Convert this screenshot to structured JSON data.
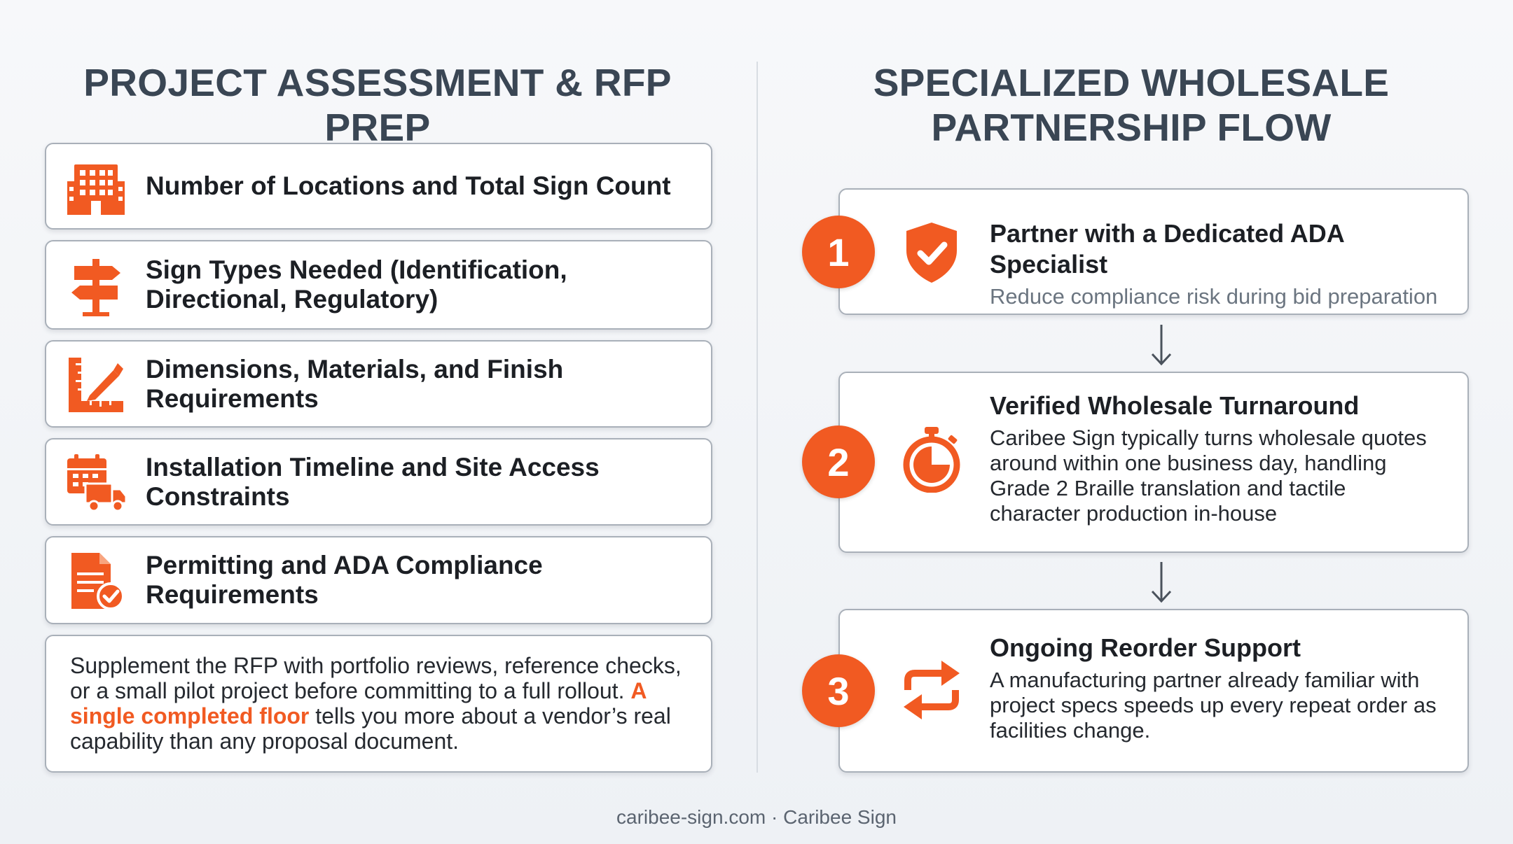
{
  "left_panel": {
    "heading": "PROJECT ASSESSMENT & RFP PREP",
    "requirements": [
      {
        "icon": "building-icon",
        "label": "Number of Locations and Total Sign Count"
      },
      {
        "icon": "signpost-icon",
        "label": "Sign Types Needed (Identification, Directional, Regulatory)"
      },
      {
        "icon": "ruler-icon",
        "label": "Dimensions, Materials, and Finish Requirements"
      },
      {
        "icon": "calendar-truck-icon",
        "label": "Installation Timeline and Site Access Constraints"
      },
      {
        "icon": "document-check-icon",
        "label": "Permitting and ADA Compliance Requirements"
      }
    ],
    "note": {
      "before": "Supplement the RFP with portfolio reviews, reference checks, or a small pilot project before committing to a full rollout. ",
      "highlight": "A single completed floor",
      "after": " tells you more about a vendor’s real capability than any proposal document."
    }
  },
  "right_panel": {
    "heading": "SPECIALIZED WHOLESALE PARTNERSHIP FLOW",
    "steps": [
      {
        "number": "1",
        "icon": "shield-check-icon",
        "title": "Partner with a Dedicated ADA Specialist",
        "description": "Reduce compliance risk during bid preparation"
      },
      {
        "number": "2",
        "icon": "stopwatch-icon",
        "title": "Verified Wholesale Turnaround",
        "description": "Caribee Sign typically turns wholesale quotes around within one business day, handling Grade 2 Braille translation and tactile character production in-house"
      },
      {
        "number": "3",
        "icon": "refresh-arrows-icon",
        "title": "Ongoing Reorder Support",
        "description": "A manufacturing partner already familiar with project specs speeds up every repeat order as facilities change."
      }
    ]
  },
  "footer": "caribee-sign.com · Caribee Sign",
  "colors": {
    "accent": "#f15a22",
    "heading": "#3a4654",
    "border": "#a9b0b9",
    "muted": "#6b7580"
  }
}
